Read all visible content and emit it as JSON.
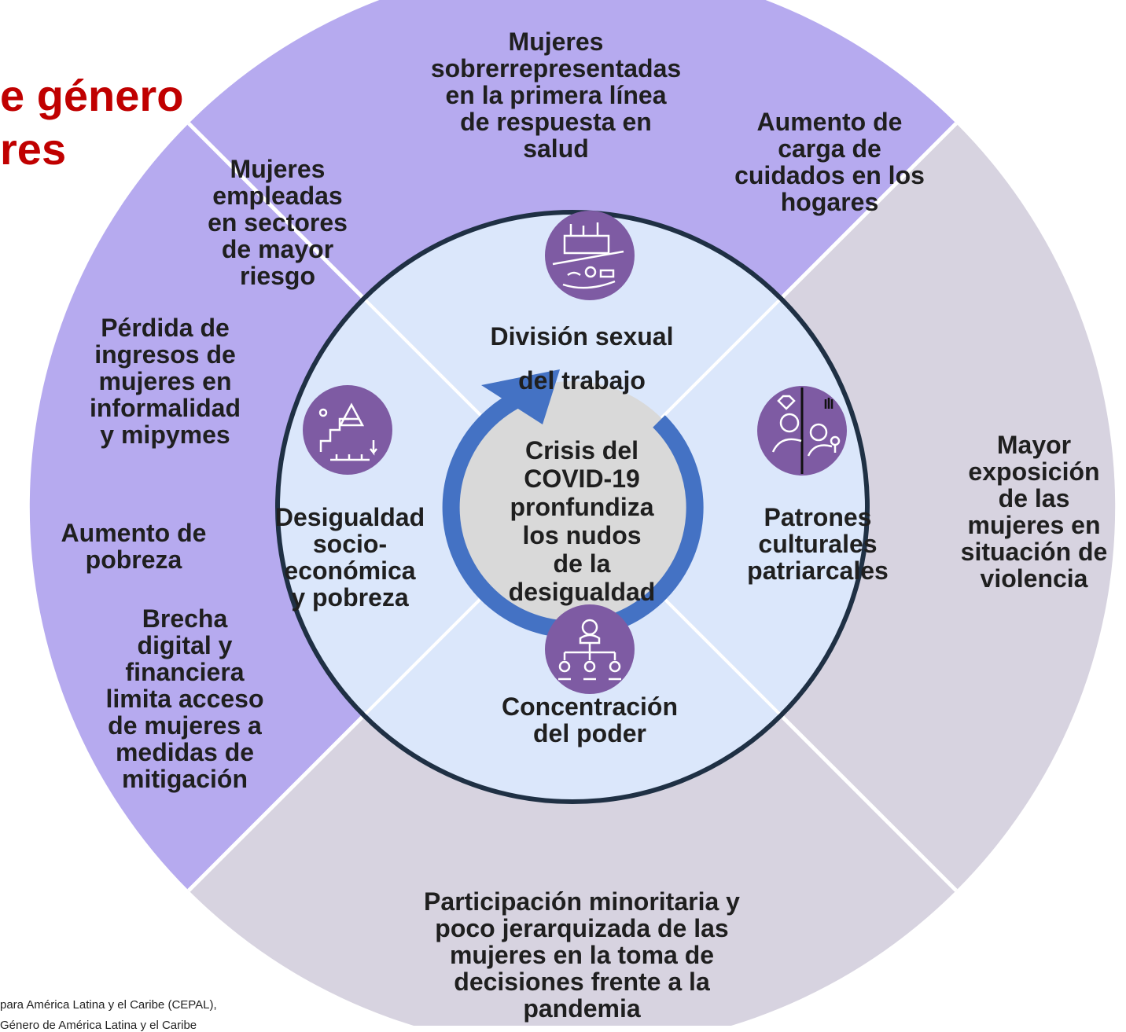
{
  "title": {
    "line1": "e género",
    "line2": "res"
  },
  "colors": {
    "outer_purple": "#b6aaef",
    "outer_gray": "#d7d3e0",
    "inner_fill": "#dbe7fb",
    "inner_border": "#1f3044",
    "center_fill": "#d9d9d9",
    "arrow": "#4472c4",
    "icon": "#7e5ba3",
    "title_color": "#c00000"
  },
  "outer": {
    "top": "Mujeres\nsobrerrepresentadas\nen la primera línea\nde respuesta en\nsalud",
    "top_right": "Aumento de\ncarga de\ncuidados en los\nhogares",
    "top_left": "Mujeres\nempleadas\nen sectores\nde mayor\nriesgo",
    "left_1": "Pérdida de\ningresos de\nmujeres en\ninformalidad\ny mipymes",
    "left_2": "Aumento de\npobreza",
    "left_3": "Brecha\ndigital y\nfinanciera\nlimita acceso\nde mujeres a\nmedidas de\nmitigación",
    "right": "Mayor\nexposición\nde las\nmujeres en\nsituación de\nviolencia",
    "bottom": "Participación minoritaria y\npoco jerarquizada de las\nmujeres en la toma de\ndecisiones frente a la\npandemia"
  },
  "inner": {
    "top": "División sexual\ndel trabajo",
    "left": "Desigualdad\nsocio-\neconómica\ny pobreza",
    "right": "Patrones\nculturales\npatriarcales",
    "bottom": "Concentración\ndel poder"
  },
  "center": "Crisis del\nCOVID-19\npronfundiza\nlos nudos\nde la\ndesigualdad",
  "icons": {
    "top": "factory-care-icon",
    "left": "stairs-inequality-icon",
    "right": "cultural-patterns-icon",
    "bottom": "hierarchy-power-icon"
  },
  "source": {
    "line1": "para América Latina y el Caribe (CEPAL),",
    "line2": "Género de América Latina y el Caribe"
  }
}
